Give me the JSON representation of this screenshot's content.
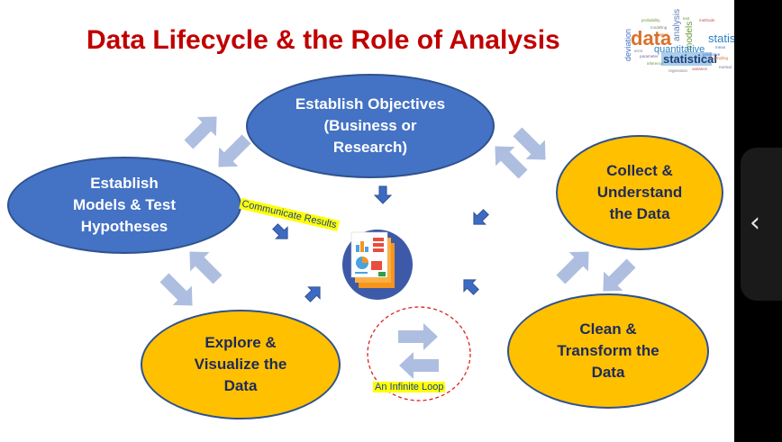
{
  "title": "Data Lifecycle & the Role of Analysis",
  "nodes": {
    "objectives": "Establish Objectives\n(Business or\nResearch)",
    "collect": "Collect &\nUnderstand\nthe Data",
    "clean": "Clean &\nTransform the\nData",
    "explore": "Explore &\nVisualize the\nData",
    "models": "Establish\nModels & Test\nHypotheses"
  },
  "labels": {
    "communicate": "Communicate Results",
    "loop": "An Infinite Loop"
  },
  "wordcloud": {
    "big": [
      "data",
      "analysis",
      "statistics",
      "quantitative",
      "statistical",
      "models",
      "deviation"
    ],
    "small": [
      "probability",
      "modeling",
      "methods",
      "predictive",
      "sampling",
      "parameter",
      "inference",
      "regression",
      "variance",
      "mean",
      "spatial",
      "normal",
      "test",
      "error"
    ]
  },
  "colors": {
    "title": "#c00000",
    "blue_ellipse": "#4472c4",
    "gold_ellipse": "#ffc000",
    "pale_arrow": "#aebee0",
    "dark_arrow": "#3d6bc4",
    "highlight": "#ffff00"
  },
  "icons": {
    "center": "report-document-icon",
    "side": "chevron-left-icon"
  }
}
